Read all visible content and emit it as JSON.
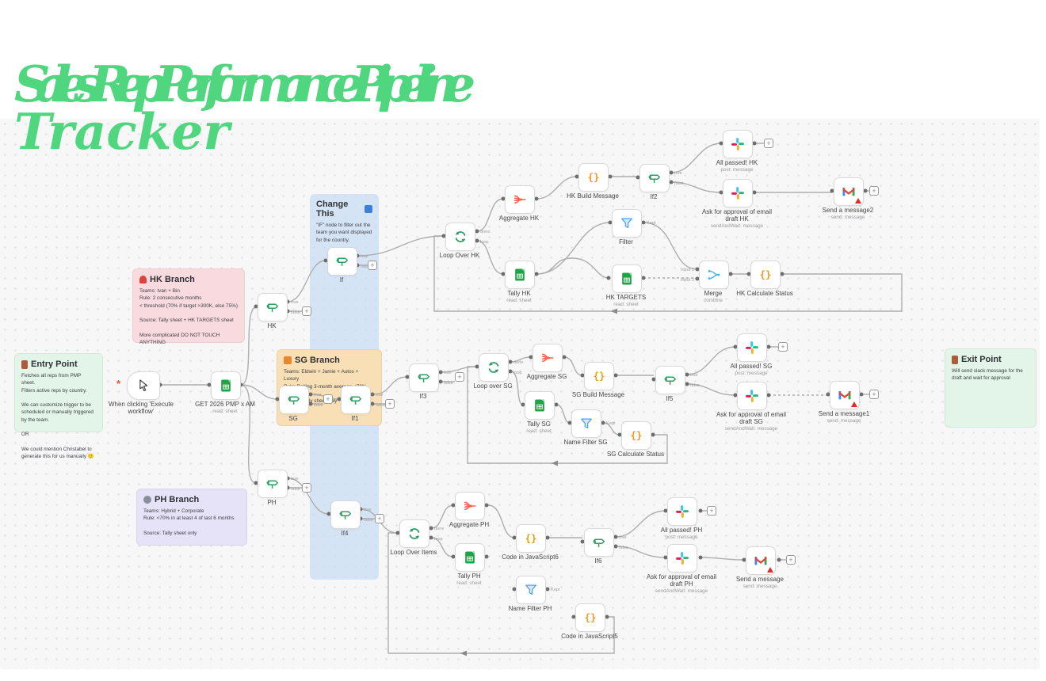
{
  "title": {
    "line1": "Sales Rep Performance Pipeline",
    "line2": "Tracker"
  },
  "ui": {
    "plus": "+",
    "flag": "*"
  },
  "ports": {
    "t": "true",
    "f": "false",
    "d": "done",
    "l": "loop",
    "k": "Kept",
    "i1": "Input 1",
    "i2": "Input 2"
  },
  "notes": {
    "entry": {
      "title": "Entry Point",
      "body": "Fetches all reps from PMP sheet.\nFilters active reps by country.\n\nWe can customize trigger to be scheduled or manually triggered by the team.\n\nOR\n\nWe could mention Christabel to generate this for us manually 🙂"
    },
    "exit": {
      "title": "Exit Point",
      "body": "Will send slack message for the draft and wait for approval"
    },
    "hk": {
      "title": "HK Branch",
      "body": "Teams: Ivan + Bin\nRule: 2 consecutive months\n< threshold (70% if target >300K, else 75%)\n\nSource: Tally sheet + HK TARGETS sheet\n\nMore complicated DO NOT TOUCH ANYTHING"
    },
    "sg": {
      "title": "SG Branch",
      "body": "Teams: Eldwin + Jamie + Autos + Luxury\nRule: Rolling 3-month average <70%\n\nSource: Tally sheet only"
    },
    "ph": {
      "title": "PH Branch",
      "body": "Teams: Hybrid + Corporate\nRule: <70% in at least 4 of last 6 months\n\nSource: Tally sheet only"
    },
    "change": {
      "title": "Change This",
      "body": "\"IF\" node to filter out the team you want displayed for the country."
    }
  },
  "nodes": {
    "trigger": {
      "label": "When clicking 'Execute\nworkflow'"
    },
    "get": {
      "label": "GET 2026 PMP x AM",
      "sub": "read: sheet"
    },
    "hk_if": {
      "label": "HK"
    },
    "if": {
      "label": "If"
    },
    "loop_hk": {
      "label": "Loop Over HK"
    },
    "agg_hk": {
      "label": "Aggregate HK"
    },
    "build_hk": {
      "label": "HK Build Message"
    },
    "if2": {
      "label": "If2"
    },
    "passed_hk": {
      "label": "All passed! HK",
      "sub": "post: message"
    },
    "ask_hk": {
      "label": "Ask for approval of email\ndraft HK",
      "sub": "sendAndWait: message"
    },
    "send2": {
      "label": "Send a message2",
      "sub": "send: message"
    },
    "tally_hk": {
      "label": "Tally HK",
      "sub": "read: sheet"
    },
    "filter": {
      "label": "Filter"
    },
    "targets_hk": {
      "label": "HK TARGETS",
      "sub": "read: sheet"
    },
    "merge": {
      "label": "Merge",
      "sub": "combine"
    },
    "calc_hk": {
      "label": "HK Calculate Status"
    },
    "sg_if": {
      "label": "SG"
    },
    "if1": {
      "label": "If1"
    },
    "if3": {
      "label": "If3"
    },
    "loop_sg": {
      "label": "Loop over SG"
    },
    "agg_sg": {
      "label": "Aggregate SG"
    },
    "build_sg": {
      "label": "SG Build Message"
    },
    "if5": {
      "label": "If5"
    },
    "passed_sg": {
      "label": "All passed! SG",
      "sub": "post: message"
    },
    "ask_sg": {
      "label": "Ask for approval of email\ndraft SG",
      "sub": "sendAndWait: message"
    },
    "send1": {
      "label": "Send a message1",
      "sub": "send: message"
    },
    "tally_sg": {
      "label": "Tally SG",
      "sub": "read: sheet"
    },
    "nf_sg": {
      "label": "Name Filter SG"
    },
    "calc_sg": {
      "label": "SG Calculate Status"
    },
    "ph_if": {
      "label": "PH"
    },
    "if4": {
      "label": "If4"
    },
    "loop_items": {
      "label": "Loop Over Items"
    },
    "agg_ph": {
      "label": "Aggregate PH"
    },
    "tally_ph": {
      "label": "Tally PH",
      "sub": "read: sheet"
    },
    "code6": {
      "label": "Code in JavaScript6"
    },
    "if6": {
      "label": "If6"
    },
    "passed_ph": {
      "label": "All passed! PH",
      "sub": "post: message"
    },
    "ask_ph": {
      "label": "Ask for approval of email\ndraft PH",
      "sub": "sendAndWait: message"
    },
    "send0": {
      "label": "Send a message",
      "sub": "send: message"
    },
    "nf_ph": {
      "label": "Name Filter PH"
    },
    "code5": {
      "label": "Code in JavaScript5"
    }
  }
}
